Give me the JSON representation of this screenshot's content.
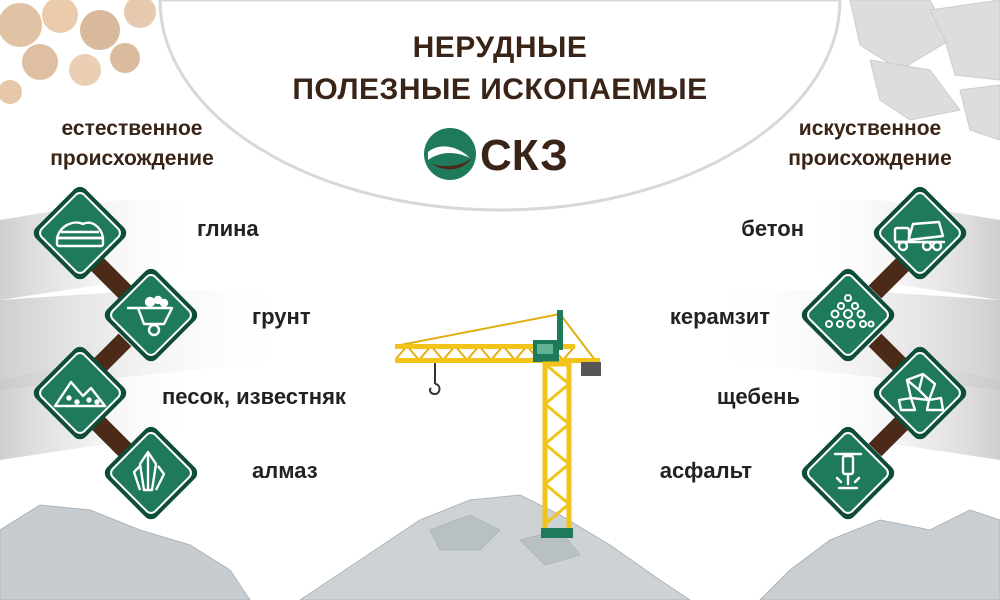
{
  "title": {
    "line1": "НЕРУДНЫЕ",
    "line2": "ПОЛЕЗНЫЕ ИСКОПАЕМЫЕ"
  },
  "logo": {
    "text": "СКЗ",
    "icon": "leaf-logo-icon"
  },
  "colors": {
    "green": "#1e7a5a",
    "dark_green": "#0e4d38",
    "brown": "#4b2a18",
    "yellow": "#f2c318"
  },
  "natural": {
    "heading_line1": "естественное",
    "heading_line2": "происхождение",
    "items": [
      {
        "label": "глина",
        "icon": "clay-icon"
      },
      {
        "label": "грунт",
        "icon": "wheelbarrow-icon"
      },
      {
        "label": "песок, известняк",
        "icon": "sand-pile-icon"
      },
      {
        "label": "алмаз",
        "icon": "crystal-icon"
      }
    ]
  },
  "artificial": {
    "heading_line1": "искуственное",
    "heading_line2": "происхождение",
    "items": [
      {
        "label": "бетон",
        "icon": "concrete-mixer-icon"
      },
      {
        "label": "керамзит",
        "icon": "granules-icon"
      },
      {
        "label": "щебень",
        "icon": "crushed-stone-icon"
      },
      {
        "label": "асфальт",
        "icon": "jackhammer-icon"
      }
    ]
  }
}
